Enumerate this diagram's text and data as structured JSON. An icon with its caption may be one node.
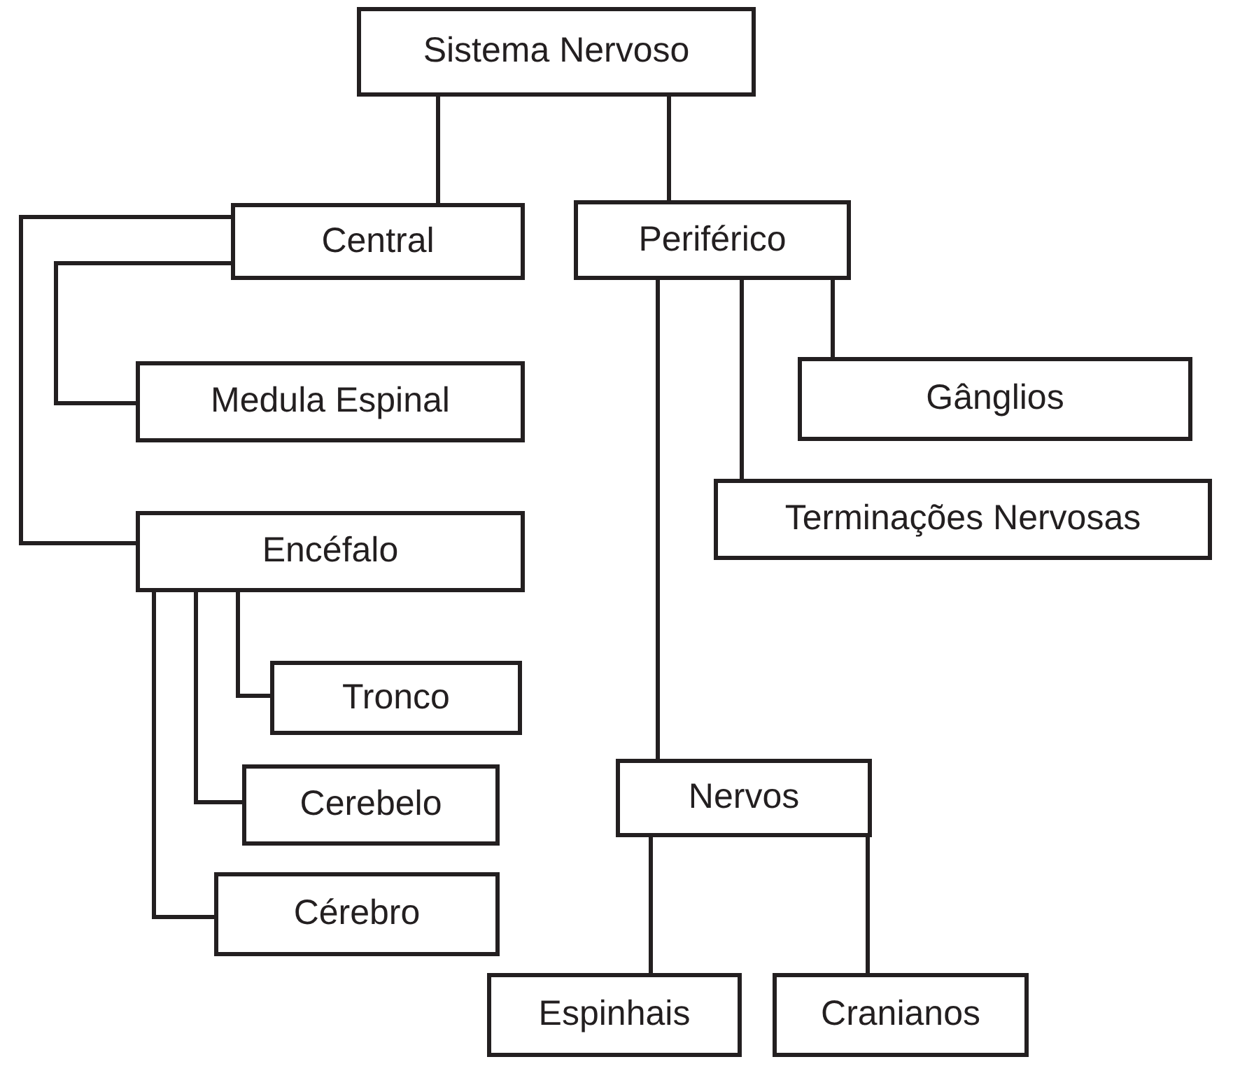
{
  "diagram": {
    "nodes": [
      {
        "text": [
          "Sistema Nervoso"
        ]
      },
      {
        "text": [
          "Central"
        ]
      },
      {
        "text": [
          "Periférico"
        ]
      },
      {
        "text": [
          "Medula Espinal"
        ]
      },
      {
        "text": [
          "Encéfalo"
        ]
      },
      {
        "text": [
          "Gânglios"
        ]
      },
      {
        "text": [
          "Terminações Nervosas"
        ]
      },
      {
        "text": [
          "Tronco"
        ]
      },
      {
        "text": [
          "Cerebelo"
        ]
      },
      {
        "text": [
          "Cérebro"
        ]
      },
      {
        "text": [
          "Nervos"
        ]
      },
      {
        "text": [
          "Espinhais"
        ]
      },
      {
        "text": [
          "Cranianos"
        ]
      }
    ],
    "edges": [
      {
        "from": 0,
        "to": 1,
        "arrow": "none"
      },
      {
        "from": 0,
        "to": 2,
        "arrow": "none"
      },
      {
        "from": 1,
        "to": 3,
        "arrow": "none"
      },
      {
        "from": 1,
        "to": 4,
        "arrow": "none"
      },
      {
        "from": 2,
        "to": 5,
        "arrow": "none"
      },
      {
        "from": 2,
        "to": 6,
        "arrow": "none"
      },
      {
        "from": 2,
        "to": 10,
        "arrow": "none"
      },
      {
        "from": 4,
        "to": 7,
        "arrow": "none"
      },
      {
        "from": 4,
        "to": 8,
        "arrow": "none"
      },
      {
        "from": 4,
        "to": 9,
        "arrow": "none"
      },
      {
        "from": 10,
        "to": 11,
        "arrow": "none"
      },
      {
        "from": 10,
        "to": 12,
        "arrow": "none"
      }
    ]
  }
}
